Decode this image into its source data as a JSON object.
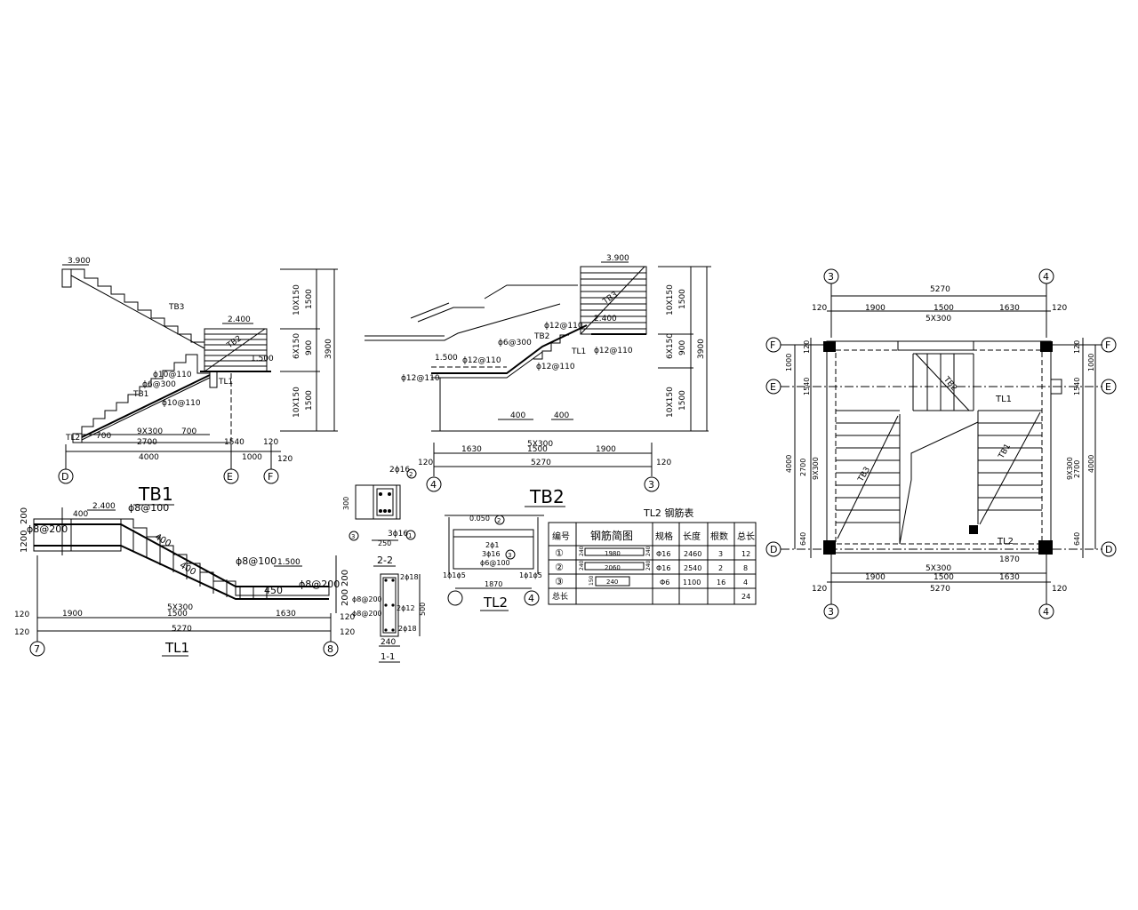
{
  "section_a": {
    "elev_top": "3.900",
    "elev_mid": "2.400",
    "elev_land": "1.500",
    "tb3": "TB3",
    "tb2": "TB2",
    "tb1": "TB1",
    "tl1": "TL1",
    "tl2": "TL2",
    "rebar1": "ϕ10@110",
    "rebar2": "ϕ6@300",
    "rebar3": "ϕ10@110",
    "dim_steps": "9X300",
    "dim_700a": "700",
    "dim_700b": "700",
    "dim_2700": "2700",
    "dim_1540": "1540",
    "dim_120": "120",
    "dim_4000": "4000",
    "dim_1000": "1000",
    "dim_120b": "120",
    "axis_d": "D",
    "axis_e": "E",
    "axis_f": "F",
    "v_1": "10X150",
    "v_1b": "1500",
    "v_2": "6X150",
    "v_2b": "900",
    "v_3": "10X150",
    "v_3b": "1500",
    "v_total": "3900"
  },
  "section_b": {
    "elev_top": "3.900",
    "elev_mid": "2.400",
    "elev_land": "1.500",
    "tb3": "TB3",
    "tb2": "TB2",
    "tl1": "TL1",
    "r1": "ϕ12@110",
    "r2": "ϕ6@300",
    "r3": "ϕ12@110",
    "r4": "ϕ12@110",
    "r5": "ϕ12@110",
    "r6": "ϕ12@110",
    "d400a": "400",
    "d400b": "400",
    "dim_steps": "5X300",
    "dim_1630": "1630",
    "dim_1500": "1500",
    "dim_1900": "1900",
    "dim_5270": "5270",
    "dim_120a": "120",
    "dim_120b": "120",
    "axis_4": "4",
    "axis_3": "3",
    "v_1": "10X150",
    "v_1b": "1500",
    "v_2": "6X150",
    "v_2b": "900",
    "v_3": "10X150",
    "v_3b": "1500",
    "v_total": "3900"
  },
  "tb1": {
    "title": "TB1",
    "elev": "2.400",
    "elev_land": "1.500",
    "elev_left": "400",
    "r_top": "ϕ8@100",
    "r_left": "ϕ8@200",
    "r_mid": "ϕ8@100",
    "r_right": "ϕ8@200",
    "s1": "400",
    "s2": "400",
    "s3": "450",
    "left_1": "200",
    "left_2": "1200",
    "right_1": "200",
    "right_2": "200",
    "dim_steps": "5X300",
    "dim_1900": "1900",
    "dim_1500": "1500",
    "dim_1630": "1630",
    "dim_5270": "5270",
    "dim_120a": "120",
    "dim_120b": "120",
    "dim_120c": "120",
    "dim_120d": "120",
    "axis_7": "7",
    "axis_8": "8",
    "label": "TL1"
  },
  "sec22": {
    "title": "2-2",
    "r_top": "2ϕ16",
    "n_top": "2",
    "r_bot": "3ϕ16",
    "n_bot": "1",
    "n_left": "3",
    "d_300": "300",
    "d_250": "250"
  },
  "sec11": {
    "title": "1-1",
    "r_top": "2ϕ18",
    "r_side": "2ϕ12",
    "r_bot": "2ϕ18",
    "r_s1": "ϕ8@200",
    "r_s2": "ϕ8@200",
    "d_500": "500",
    "d_240": "240"
  },
  "tl2": {
    "title": "TL2",
    "elev": "0.050",
    "n_top": "2",
    "lbl_a": "2ϕ1",
    "lbl_b": "3ϕ16",
    "lbl_c": "ϕ6@100",
    "n_c": "3",
    "left": "1ϕ1ϕ5",
    "right": "1ϕ1ϕ5",
    "dim_1870": "1870",
    "axis": "4"
  },
  "rebar_table": {
    "title": "TL2 钢筋表",
    "headers": [
      "编号",
      "钢筋简图",
      "规格",
      "长度",
      "根数",
      "总长"
    ],
    "rows": [
      {
        "no": "①",
        "l": "240",
        "m": "1980",
        "r": "240",
        "spec": "Φ16",
        "len": "2460",
        "cnt": "3",
        "tot": "12"
      },
      {
        "no": "②",
        "l": "240",
        "m": "2060",
        "r": "240",
        "spec": "Φ16",
        "len": "2540",
        "cnt": "2",
        "tot": "8"
      },
      {
        "no": "③",
        "l": "150",
        "m": "240",
        "r": "",
        "spec": "Φ6",
        "len": "1100",
        "cnt": "16",
        "tot": "4"
      },
      {
        "no": "总长",
        "l": "",
        "m": "",
        "r": "",
        "spec": "",
        "len": "",
        "cnt": "",
        "tot": "24"
      }
    ]
  },
  "plan": {
    "ax3_top": "3",
    "ax4_top": "4",
    "ax3_bot": "3",
    "ax4_bot": "4",
    "axF_l": "F",
    "axF_r": "F",
    "axE_l": "E",
    "axE_r": "E",
    "axD_l": "D",
    "axD_r": "D",
    "top_5270": "5270",
    "top_120a": "120",
    "top_1900": "1900",
    "top_1500": "1500",
    "top_1630": "1630",
    "top_120b": "120",
    "top_steps": "5X300",
    "bot_steps": "5X300",
    "bot_1900": "1900",
    "bot_1500": "1500",
    "bot_1630": "1630",
    "bot_120a": "120",
    "bot_120b": "120",
    "bot_5270": "5270",
    "bot_1870": "1870",
    "l_120": "120",
    "l_1000": "1000",
    "l_1540": "1540",
    "l_4000": "4000",
    "l_2700": "2700",
    "l_steps": "9X300",
    "l_640": "640",
    "r_120": "120",
    "r_1000": "1000",
    "r_1540": "1540",
    "r_4000": "4000",
    "r_2700": "2700",
    "r_steps": "9X300",
    "r_640": "640",
    "tb1": "TB1",
    "tb2": "TB2",
    "tb3": "TB3",
    "tl1": "TL1",
    "tl2": "TL2"
  }
}
